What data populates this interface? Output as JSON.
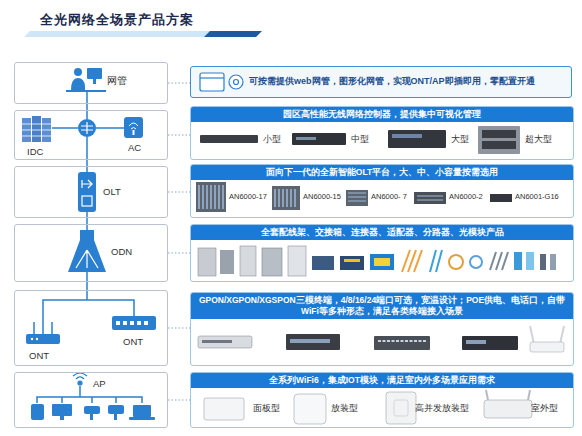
{
  "diagram": {
    "title": "全光网络全场景产品方案",
    "nodes": [
      {
        "text": [
          "网管"
        ]
      },
      {
        "text": [
          "可按需提供web网管，图形化网管，实现ONT/AP即插即用，零配置开通"
        ]
      },
      {
        "text": [
          "IDC",
          "AC"
        ]
      },
      {
        "text": [
          "园区高性能无线网络控制器，提供集中可视化管理",
          "小型",
          "中型",
          "大型",
          "超大型"
        ]
      },
      {
        "text": [
          "OLT"
        ]
      },
      {
        "text": [
          "面向下一代的全新智能OLT平台，大、中、小容量按需选用",
          "AN6000-17",
          "AN6000-15",
          "AN6000- 7",
          "AN6000-2",
          "AN6001-G16"
        ]
      },
      {
        "text": [
          "ODN"
        ]
      },
      {
        "text": [
          "全套配线架、交接箱、连接器、适配器、分路器、光模块产品"
        ]
      },
      {
        "text": [
          "ONT",
          "ONT"
        ]
      },
      {
        "text": [
          "GPON/XGPON/XGSPON三模终端，4/8/16/24端口可选，宽温设计；POE供电、电话口，自带WiFi等多种形态，满足各类终端接入场景"
        ]
      },
      {
        "text": [
          "AP"
        ]
      },
      {
        "text": [
          "全系列WiFi6，集成IOT模块，满足室内外多场景应用需求",
          "面板型",
          "放装型",
          "高并发放装型",
          "室外型"
        ]
      }
    ],
    "edges": [
      {
        "from": 0,
        "to": 1,
        "arrow": "none"
      },
      {
        "from": 2,
        "to": 3,
        "arrow": "none"
      },
      {
        "from": 4,
        "to": 5,
        "arrow": "none"
      },
      {
        "from": 6,
        "to": 7,
        "arrow": "none"
      },
      {
        "from": 8,
        "to": 9,
        "arrow": "none"
      },
      {
        "from": 10,
        "to": 11,
        "arrow": "none"
      },
      {
        "from": 0,
        "to": 2,
        "arrow": "none"
      },
      {
        "from": 2,
        "to": 4,
        "arrow": "none"
      },
      {
        "from": 4,
        "to": 6,
        "arrow": "none"
      },
      {
        "from": 6,
        "to": 8,
        "arrow": "none"
      }
    ]
  }
}
